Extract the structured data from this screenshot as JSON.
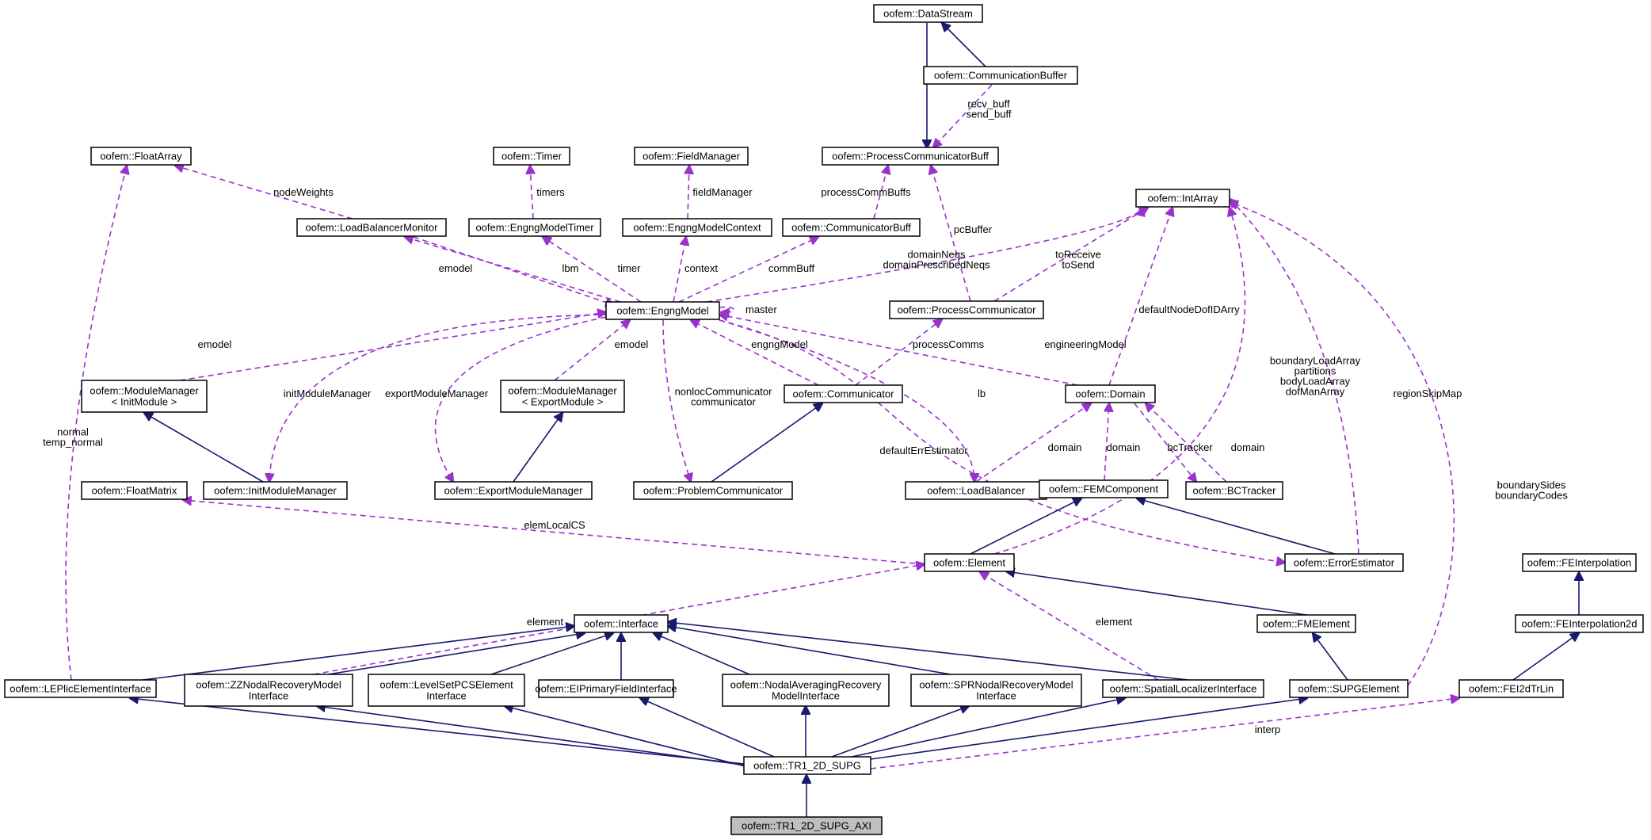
{
  "colors": {
    "inheritance_edge": "#191970",
    "usage_edge": "#9a32cd",
    "node_border": "#000000",
    "node_fill": "#ffffff",
    "focus_node_fill": "#bfbfbf"
  },
  "nodes": [
    {
      "id": "datastream",
      "lines": [
        "oofem::DataStream"
      ]
    },
    {
      "id": "commbuffer",
      "lines": [
        "oofem::CommunicationBuffer"
      ]
    },
    {
      "id": "pcbuff",
      "lines": [
        "oofem::ProcessCommunicatorBuff"
      ]
    },
    {
      "id": "floatarray",
      "lines": [
        "oofem::FloatArray"
      ]
    },
    {
      "id": "timer",
      "lines": [
        "oofem::Timer"
      ]
    },
    {
      "id": "fieldmanager",
      "lines": [
        "oofem::FieldManager"
      ]
    },
    {
      "id": "lbmonitor",
      "lines": [
        "oofem::LoadBalancerMonitor"
      ]
    },
    {
      "id": "emtimer",
      "lines": [
        "oofem::EngngModelTimer"
      ]
    },
    {
      "id": "emcontext",
      "lines": [
        "oofem::EngngModelContext"
      ]
    },
    {
      "id": "communicatorbuff",
      "lines": [
        "oofem::CommunicatorBuff"
      ]
    },
    {
      "id": "intarray",
      "lines": [
        "oofem::IntArray"
      ]
    },
    {
      "id": "engngmodel",
      "lines": [
        "oofem::EngngModel"
      ]
    },
    {
      "id": "proccomm",
      "lines": [
        "oofem::ProcessCommunicator"
      ]
    },
    {
      "id": "mminit",
      "lines": [
        "oofem::ModuleManager",
        "< InitModule >"
      ]
    },
    {
      "id": "mmexport",
      "lines": [
        "oofem::ModuleManager",
        "< ExportModule >"
      ]
    },
    {
      "id": "communicator",
      "lines": [
        "oofem::Communicator"
      ]
    },
    {
      "id": "domain",
      "lines": [
        "oofem::Domain"
      ]
    },
    {
      "id": "floatmatrix",
      "lines": [
        "oofem::FloatMatrix"
      ]
    },
    {
      "id": "initmm",
      "lines": [
        "oofem::InitModuleManager"
      ]
    },
    {
      "id": "exportmm",
      "lines": [
        "oofem::ExportModuleManager"
      ]
    },
    {
      "id": "problemcomm",
      "lines": [
        "oofem::ProblemCommunicator"
      ]
    },
    {
      "id": "loadbalancer",
      "lines": [
        "oofem::LoadBalancer"
      ]
    },
    {
      "id": "femcomponent",
      "lines": [
        "oofem::FEMComponent"
      ]
    },
    {
      "id": "bctracker",
      "lines": [
        "oofem::BCTracker"
      ]
    },
    {
      "id": "element",
      "lines": [
        "oofem::Element"
      ]
    },
    {
      "id": "errorestimator",
      "lines": [
        "oofem::ErrorEstimator"
      ]
    },
    {
      "id": "feinterpolation",
      "lines": [
        "oofem::FEInterpolation"
      ]
    },
    {
      "id": "interface",
      "lines": [
        "oofem::Interface"
      ]
    },
    {
      "id": "fmelement",
      "lines": [
        "oofem::FMElement"
      ]
    },
    {
      "id": "feinterpolation2d",
      "lines": [
        "oofem::FEInterpolation2d"
      ]
    },
    {
      "id": "leplic",
      "lines": [
        "oofem::LEPlicElementInterface"
      ]
    },
    {
      "id": "zznodal",
      "lines": [
        "oofem::ZZNodalRecoveryModel",
        "Interface"
      ]
    },
    {
      "id": "levelset",
      "lines": [
        "oofem::LevelSetPCSElement",
        "Interface"
      ]
    },
    {
      "id": "eiprimary",
      "lines": [
        "oofem::EIPrimaryFieldInterface"
      ]
    },
    {
      "id": "nodalavg",
      "lines": [
        "oofem::NodalAveragingRecovery",
        "ModelInterface"
      ]
    },
    {
      "id": "sprnodal",
      "lines": [
        "oofem::SPRNodalRecoveryModel",
        "Interface"
      ]
    },
    {
      "id": "spatialloc",
      "lines": [
        "oofem::SpatialLocalizerInterface"
      ]
    },
    {
      "id": "supgelement",
      "lines": [
        "oofem::SUPGElement"
      ]
    },
    {
      "id": "fei2dtrlin",
      "lines": [
        "oofem::FEI2dTrLin"
      ]
    },
    {
      "id": "tr1",
      "lines": [
        "oofem::TR1_2D_SUPG"
      ]
    },
    {
      "id": "tr1axi",
      "lines": [
        "oofem::TR1_2D_SUPG_AXI"
      ],
      "focus": true
    }
  ],
  "edges": [
    {
      "id": "e1",
      "kind": "inheritance",
      "from": "datastream",
      "to": "commbuffer",
      "labels": []
    },
    {
      "id": "e2",
      "kind": "inheritance",
      "from": "datastream",
      "to": "pcbuff",
      "labels": []
    },
    {
      "id": "e3",
      "kind": "usage",
      "from": "commbuffer",
      "to": "pcbuff",
      "labels": [
        "recv_buff",
        "send_buff"
      ]
    },
    {
      "id": "e4",
      "kind": "usage",
      "from": "floatarray",
      "to": "lbmonitor",
      "labels": [
        "nodeWeights"
      ]
    },
    {
      "id": "e5",
      "kind": "usage",
      "from": "timer",
      "to": "emtimer",
      "labels": [
        "timers"
      ]
    },
    {
      "id": "e6",
      "kind": "usage",
      "from": "fieldmanager",
      "to": "emcontext",
      "labels": [
        "fieldManager"
      ]
    },
    {
      "id": "e7",
      "kind": "usage",
      "from": "pcbuff",
      "to": "communicatorbuff",
      "labels": [
        "processCommBuffs"
      ]
    },
    {
      "id": "e8",
      "kind": "usage",
      "from": "pcbuff",
      "to": "proccomm",
      "labels": [
        "pcBuffer"
      ]
    },
    {
      "id": "e9",
      "kind": "usage",
      "from": "lbmonitor",
      "to": "engngmodel",
      "labels": [
        "emodel"
      ]
    },
    {
      "id": "e10",
      "kind": "usage",
      "from": "engngmodel",
      "to": "lbmonitor",
      "labels": [
        "lbm"
      ]
    },
    {
      "id": "e11",
      "kind": "usage",
      "from": "emtimer",
      "to": "engngmodel",
      "labels": [
        "timer"
      ]
    },
    {
      "id": "e12",
      "kind": "usage",
      "from": "emcontext",
      "to": "engngmodel",
      "labels": [
        "context"
      ]
    },
    {
      "id": "e13",
      "kind": "usage",
      "from": "communicatorbuff",
      "to": "engngmodel",
      "labels": [
        "commBuff"
      ]
    },
    {
      "id": "e14",
      "kind": "usage",
      "from": "intarray",
      "to": "engngmodel",
      "labels": [
        "domainNeqs",
        "domainPrescribedNeqs"
      ]
    },
    {
      "id": "e15",
      "kind": "usage",
      "from": "intarray",
      "to": "proccomm",
      "labels": [
        "toReceive",
        "toSend"
      ]
    },
    {
      "id": "e16",
      "kind": "usage",
      "from": "engngmodel",
      "to": "engngmodel",
      "labels": [
        "master"
      ]
    },
    {
      "id": "e17",
      "kind": "usage",
      "from": "mminit",
      "to": "engngmodel",
      "labels": [
        "emodel"
      ]
    },
    {
      "id": "e18",
      "kind": "usage",
      "from": "engngmodel",
      "to": "initmm",
      "labels": [
        "initModuleManager"
      ]
    },
    {
      "id": "e19",
      "kind": "usage",
      "from": "engngmodel",
      "to": "exportmm",
      "labels": [
        "exportModuleManager"
      ]
    },
    {
      "id": "e20",
      "kind": "usage",
      "from": "mmexport",
      "to": "engngmodel",
      "labels": [
        "emodel"
      ]
    },
    {
      "id": "e21",
      "kind": "usage",
      "from": "engngmodel",
      "to": "problemcomm",
      "labels": [
        "nonlocCommunicator",
        "communicator"
      ]
    },
    {
      "id": "e22",
      "kind": "usage",
      "from": "communicator",
      "to": "engngmodel",
      "labels": [
        "engngModel"
      ]
    },
    {
      "id": "e23",
      "kind": "usage",
      "from": "communicator",
      "to": "proccomm",
      "labels": [
        "processComms"
      ]
    },
    {
      "id": "e24",
      "kind": "usage",
      "from": "domain",
      "to": "engngmodel",
      "labels": [
        "engineeringModel"
      ]
    },
    {
      "id": "e25",
      "kind": "usage",
      "from": "engngmodel",
      "to": "loadbalancer",
      "labels": [
        "lb"
      ]
    },
    {
      "id": "e26",
      "kind": "usage",
      "from": "engngmodel",
      "to": "errorestimator",
      "labels": [
        "defaultErrEstimator"
      ]
    },
    {
      "id": "e27",
      "kind": "usage",
      "from": "intarray",
      "to": "domain",
      "labels": [
        "defaultNodeDofIDArry"
      ]
    },
    {
      "id": "e28",
      "kind": "usage",
      "from": "intarray",
      "to": "element",
      "labels": [
        "boundaryLoadArray",
        "partitions",
        "bodyLoadArray",
        "dofManArray"
      ]
    },
    {
      "id": "e29",
      "kind": "usage",
      "from": "intarray",
      "to": "errorestimator",
      "labels": [
        "regionSkipMap"
      ]
    },
    {
      "id": "e30",
      "kind": "usage",
      "from": "intarray",
      "to": "supgelement",
      "labels": [
        "boundarySides",
        "boundaryCodes"
      ]
    },
    {
      "id": "e31",
      "kind": "usage",
      "from": "floatarray",
      "to": "leplic",
      "labels": [
        "normal",
        "temp_normal"
      ]
    },
    {
      "id": "e32",
      "kind": "inheritance",
      "from": "mminit",
      "to": "initmm",
      "labels": []
    },
    {
      "id": "e33",
      "kind": "inheritance",
      "from": "mmexport",
      "to": "exportmm",
      "labels": []
    },
    {
      "id": "e34",
      "kind": "inheritance",
      "from": "communicator",
      "to": "problemcomm",
      "labels": []
    },
    {
      "id": "e35",
      "kind": "usage",
      "from": "loadbalancer",
      "to": "domain",
      "labels": [
        "domain"
      ]
    },
    {
      "id": "e36",
      "kind": "usage",
      "from": "femcomponent",
      "to": "domain",
      "labels": [
        "domain"
      ]
    },
    {
      "id": "e37",
      "kind": "usage",
      "from": "domain",
      "to": "bctracker",
      "labels": [
        "bcTracker"
      ]
    },
    {
      "id": "e38",
      "kind": "usage",
      "from": "bctracker",
      "to": "domain",
      "labels": [
        "domain"
      ]
    },
    {
      "id": "e39",
      "kind": "usage",
      "from": "element",
      "to": "floatmatrix",
      "labels": [
        "elemLocalCS"
      ]
    },
    {
      "id": "e40",
      "kind": "inheritance",
      "from": "femcomponent",
      "to": "element",
      "labels": []
    },
    {
      "id": "e41",
      "kind": "inheritance",
      "from": "femcomponent",
      "to": "errorestimator",
      "labels": []
    },
    {
      "id": "e42",
      "kind": "inheritance",
      "from": "element",
      "to": "fmelement",
      "labels": []
    },
    {
      "id": "e43",
      "kind": "usage",
      "from": "zznodal",
      "to": "element",
      "labels": [
        "element"
      ]
    },
    {
      "id": "e44",
      "kind": "usage",
      "from": "spatialloc",
      "to": "element",
      "labels": [
        "element"
      ]
    },
    {
      "id": "e45",
      "kind": "inheritance",
      "from": "fmelement",
      "to": "supgelement",
      "labels": []
    },
    {
      "id": "e46",
      "kind": "inheritance",
      "from": "feinterpolation",
      "to": "feinterpolation2d",
      "labels": []
    },
    {
      "id": "e47",
      "kind": "inheritance",
      "from": "feinterpolation2d",
      "to": "fei2dtrlin",
      "labels": []
    },
    {
      "id": "e48",
      "kind": "inheritance",
      "from": "interface",
      "to": "leplic",
      "labels": []
    },
    {
      "id": "e49",
      "kind": "inheritance",
      "from": "interface",
      "to": "zznodal",
      "labels": []
    },
    {
      "id": "e50",
      "kind": "inheritance",
      "from": "interface",
      "to": "levelset",
      "labels": []
    },
    {
      "id": "e51",
      "kind": "inheritance",
      "from": "interface",
      "to": "eiprimary",
      "labels": []
    },
    {
      "id": "e52",
      "kind": "inheritance",
      "from": "interface",
      "to": "nodalavg",
      "labels": []
    },
    {
      "id": "e53",
      "kind": "inheritance",
      "from": "interface",
      "to": "sprnodal",
      "labels": []
    },
    {
      "id": "e54",
      "kind": "inheritance",
      "from": "interface",
      "to": "spatialloc",
      "labels": []
    },
    {
      "id": "e55",
      "kind": "inheritance",
      "from": "leplic",
      "to": "tr1",
      "labels": []
    },
    {
      "id": "e56",
      "kind": "inheritance",
      "from": "zznodal",
      "to": "tr1",
      "labels": []
    },
    {
      "id": "e57",
      "kind": "inheritance",
      "from": "levelset",
      "to": "tr1",
      "labels": []
    },
    {
      "id": "e58",
      "kind": "inheritance",
      "from": "eiprimary",
      "to": "tr1",
      "labels": []
    },
    {
      "id": "e59",
      "kind": "inheritance",
      "from": "nodalavg",
      "to": "tr1",
      "labels": []
    },
    {
      "id": "e60",
      "kind": "inheritance",
      "from": "sprnodal",
      "to": "tr1",
      "labels": []
    },
    {
      "id": "e61",
      "kind": "inheritance",
      "from": "spatialloc",
      "to": "tr1",
      "labels": []
    },
    {
      "id": "e62",
      "kind": "inheritance",
      "from": "supgelement",
      "to": "tr1",
      "labels": []
    },
    {
      "id": "e63",
      "kind": "usage",
      "from": "tr1",
      "to": "fei2dtrlin",
      "labels": [
        "interp"
      ]
    },
    {
      "id": "e64",
      "kind": "inheritance",
      "from": "tr1",
      "to": "tr1axi",
      "labels": []
    }
  ]
}
